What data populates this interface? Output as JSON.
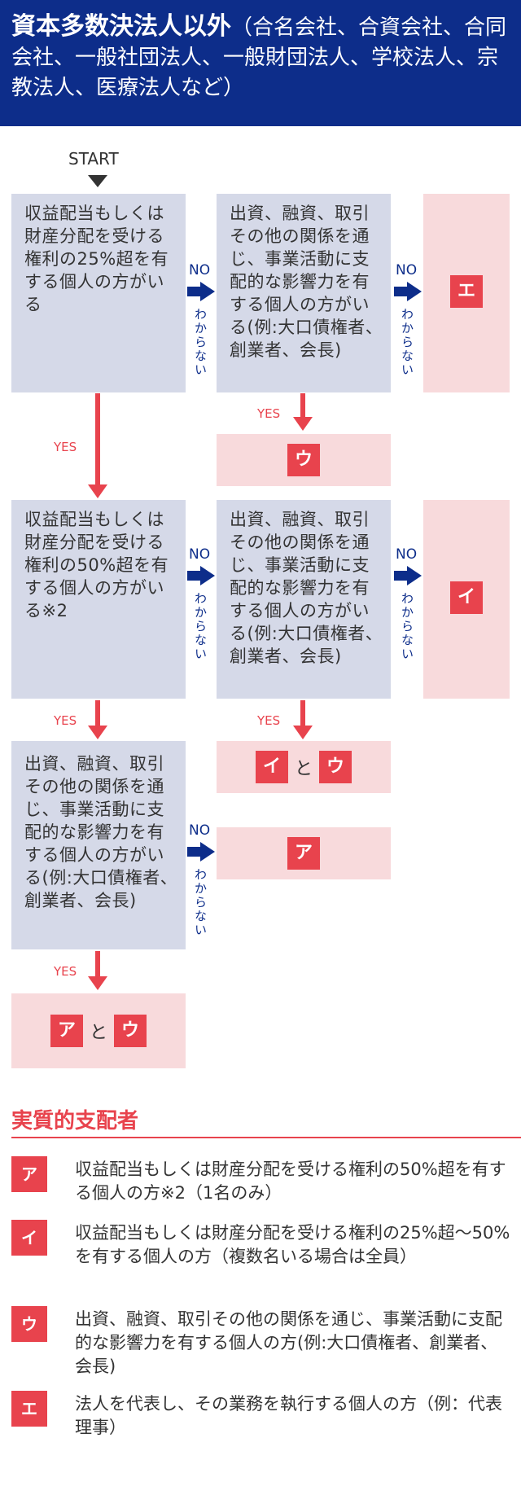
{
  "header": {
    "title_strong": "資本多数決法人以外",
    "title_rest": "（合名会社、合資会社、合同会社、一般社団法人、一般財団法人、学校法人、宗教法人、医療法人など）"
  },
  "start_label": "START",
  "q1": "収益配当もしくは財産分配を受ける権利の25%超を有する個人の方がいる",
  "q2": "収益配当もしくは財産分配を受ける権利の50%超を有する個人の方がいる※2",
  "q_influence": "出資、融資、取引その他の関係を通じ、事業活動に支配的な影響力を有する個人の方がいる(例:大口債権者、創業者、会長)",
  "no_label": "NO",
  "unknown_label": "わからない",
  "yes_label": "YES",
  "and_label": "と",
  "tags": {
    "a": "ア",
    "i": "イ",
    "u": "ウ",
    "e": "エ"
  },
  "colors": {
    "navy": "#0d2d8a",
    "red": "#e8434d",
    "question_bg": "#d5d9e8",
    "result_bg": "#f8dadc"
  },
  "section_title": "実質的支配者",
  "legend": [
    {
      "tag": "ア",
      "text": "収益配当もしくは財産分配を受ける権利の50%超を有する個人の方※2（1名のみ）"
    },
    {
      "tag": "イ",
      "text": "収益配当もしくは財産分配を受ける権利の25%超〜50%を有する個人の方（複数名いる場合は全員）"
    },
    {
      "tag": "ウ",
      "text": "出資、融資、取引その他の関係を通じ、事業活動に支配的な影響力を有する個人の方(例:大口債権者、創業者、会長)"
    },
    {
      "tag": "エ",
      "text": "法人を代表し、その業務を執行する個人の方（例：代表理事）"
    }
  ]
}
